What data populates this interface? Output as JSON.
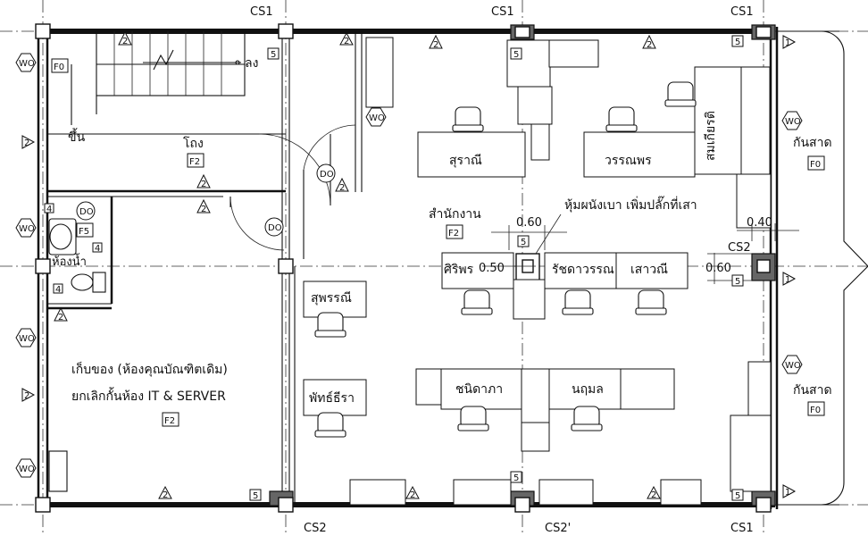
{
  "plan": {
    "grid_labels": {
      "top_left": "CS1",
      "top_mid": "CS1",
      "top_right": "CS1",
      "right_mid": "CS2",
      "bottom_left": "CS2",
      "bottom_mid": "CS2'",
      "bottom_right": "CS1"
    },
    "rooms": {
      "stair_up": "ขึ้น",
      "stair_down": "ลง",
      "hall": "โถง",
      "office": "สำนักงาน",
      "toilet": "ห้องน้ำ",
      "storage_line1": "เก็บของ (ห้องคุณบัณฑิตเดิม)",
      "storage_line2": "ยกเลิกกั้นห้อง IT & SERVER",
      "awning_top": "กันสาด",
      "awning_bottom": "กันสาด"
    },
    "note_column": "หุ้มผนังเบา เพิ่มปลั๊กที่เสา",
    "desk_names": {
      "suranee": "สุราณี",
      "wannaporn": "วรรณพร",
      "sanlian": "สมเกียรติ",
      "siripon": "ศิริพร",
      "ratchada": "รัชดาวรรณ",
      "saowanee": "เสาวณี",
      "supannee": "สุพรรณี",
      "patcharee": "พัทธ์ธีรา",
      "chanida": "ชนิดาภา",
      "nanmon": "นฤมล"
    },
    "finish_codes": {
      "stair": "F0",
      "hall": "F2",
      "toilet": "F5",
      "office": "F2",
      "storage": "F2",
      "awning_top": "F0",
      "awning_bottom": "F0"
    },
    "tags": {
      "wo": "WO",
      "do": "DO"
    },
    "marks": {
      "m1": "1",
      "m2": "2",
      "m4": "4",
      "m5": "5"
    },
    "dimensions": {
      "d060_top": "0.60",
      "d050": "0.50",
      "d040": "0.40",
      "d060_right": "0.60"
    }
  }
}
